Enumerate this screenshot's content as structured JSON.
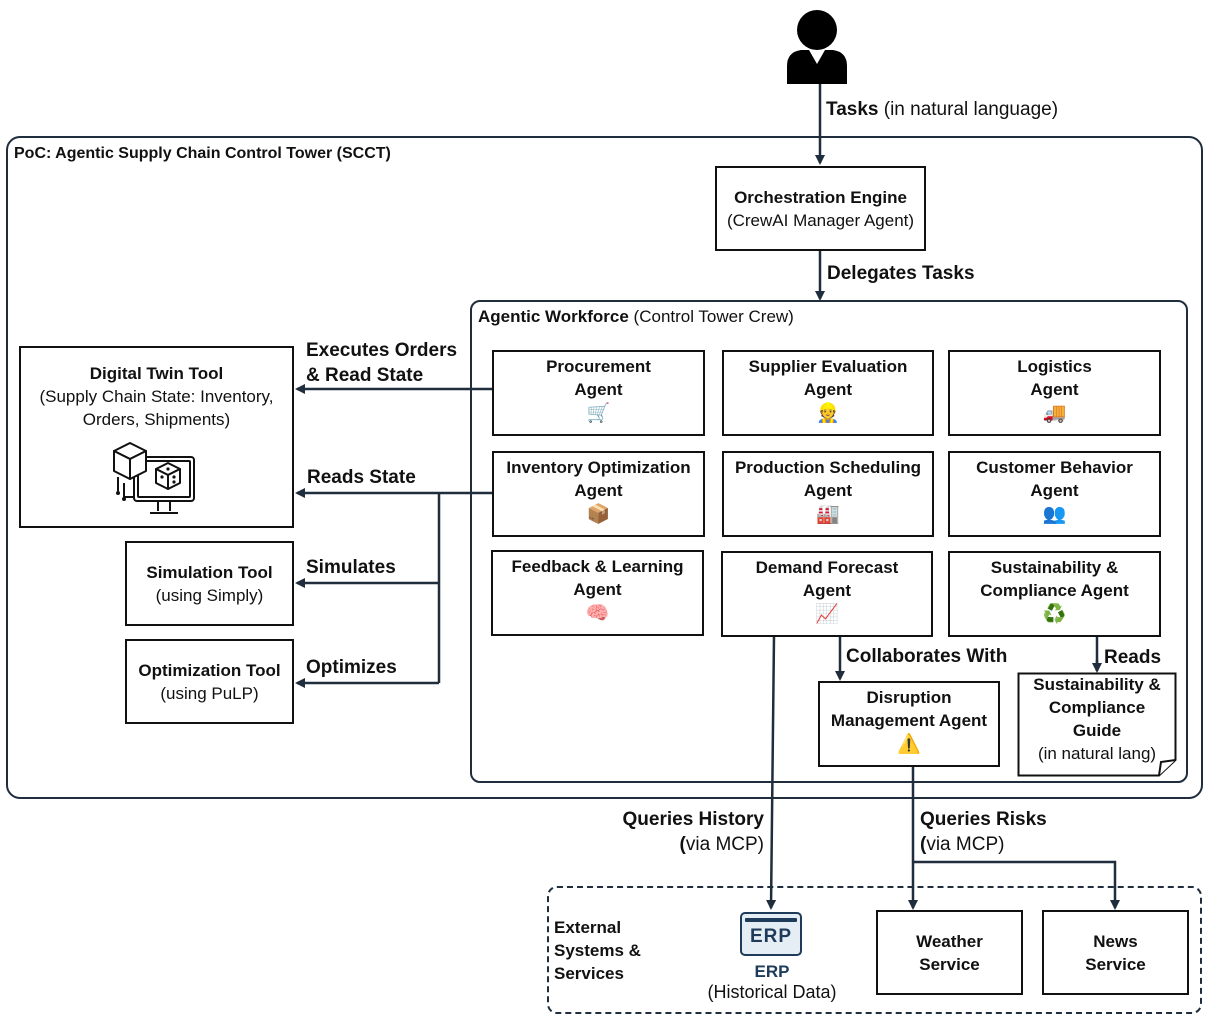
{
  "user": {
    "icon": "user-icon"
  },
  "tasks_label": {
    "bold": "Tasks",
    "normal": " (in natural language)"
  },
  "scct_title": "PoC: Agentic Supply Chain Control Tower (SCCT)",
  "orchestration": {
    "title": "Orchestration Engine",
    "subtitle": "(CrewAI Manager Agent)"
  },
  "delegates_label": "Delegates Tasks",
  "workforce": {
    "title_bold": "Agentic Workforce",
    "title_normal": " (Control Tower Crew)"
  },
  "agents": [
    {
      "line1": "Procurement",
      "line2": "Agent",
      "icon": "🛒",
      "icon_name": "shopping-cart-icon"
    },
    {
      "line1": "Supplier Evaluation",
      "line2": "Agent",
      "icon": "👷",
      "icon_name": "worker-icon"
    },
    {
      "line1": "Logistics",
      "line2": "Agent",
      "icon": "🚚",
      "icon_name": "truck-icon"
    },
    {
      "line1": "Inventory Optimization",
      "line2": "Agent",
      "icon": "📦",
      "icon_name": "package-icon"
    },
    {
      "line1": "Production Scheduling",
      "line2": "Agent",
      "icon": "🏭",
      "icon_name": "factory-icon"
    },
    {
      "line1": "Customer Behavior",
      "line2": "Agent",
      "icon": "👥",
      "icon_name": "people-icon"
    },
    {
      "line1": "Feedback & Learning",
      "line2": "Agent",
      "icon": "🧠",
      "icon_name": "brain-icon"
    },
    {
      "line1": "Demand Forecast",
      "line2": "Agent",
      "icon": "📈",
      "icon_name": "chart-increasing-icon"
    },
    {
      "line1": "Sustainability &",
      "line2": "Compliance Agent",
      "icon": "♻️",
      "icon_name": "recycle-icon"
    }
  ],
  "disruption": {
    "line1": "Disruption",
    "line2": "Management Agent",
    "icon": "⚠️",
    "icon_name": "warning-icon"
  },
  "guide": {
    "line1": "Sustainability &",
    "line2": "Compliance",
    "line3": "Guide",
    "line4": "(in natural lang)"
  },
  "digital_twin": {
    "title": "Digital Twin Tool",
    "line1": "(Supply Chain State: Inventory,",
    "line2": "Orders, Shipments)",
    "icon_name": "digital-twin-icon"
  },
  "simulation": {
    "title": "Simulation Tool",
    "subtitle": "(using Simply)"
  },
  "optimization": {
    "title": "Optimization Tool",
    "subtitle": "(using PuLP)"
  },
  "edge_labels": {
    "executes_1": "Executes Orders",
    "executes_2": "& Read State",
    "reads_state": "Reads State",
    "simulates": "Simulates",
    "optimizes": "Optimizes",
    "collaborates": "Collaborates With",
    "reads": "Reads",
    "queries_history_1": "Queries History",
    "queries_history_2a": "(",
    "queries_history_2b": "via MCP)",
    "queries_risks_1": "Queries Risks",
    "queries_risks_2a": "(",
    "queries_risks_2b": "via MCP)"
  },
  "external": {
    "title_1": "External",
    "title_2": "Systems &",
    "title_3": "Services",
    "erp_logo": "ERP",
    "erp_label": "ERP",
    "erp_sub": "(Historical Data)",
    "weather_1": "Weather",
    "weather_2": "Service",
    "news_1": "News",
    "news_2": "Service"
  },
  "colors": {
    "arrow": "#1f2d3d",
    "frame": "#1f2d3d",
    "erp": "#1e3b5a"
  }
}
